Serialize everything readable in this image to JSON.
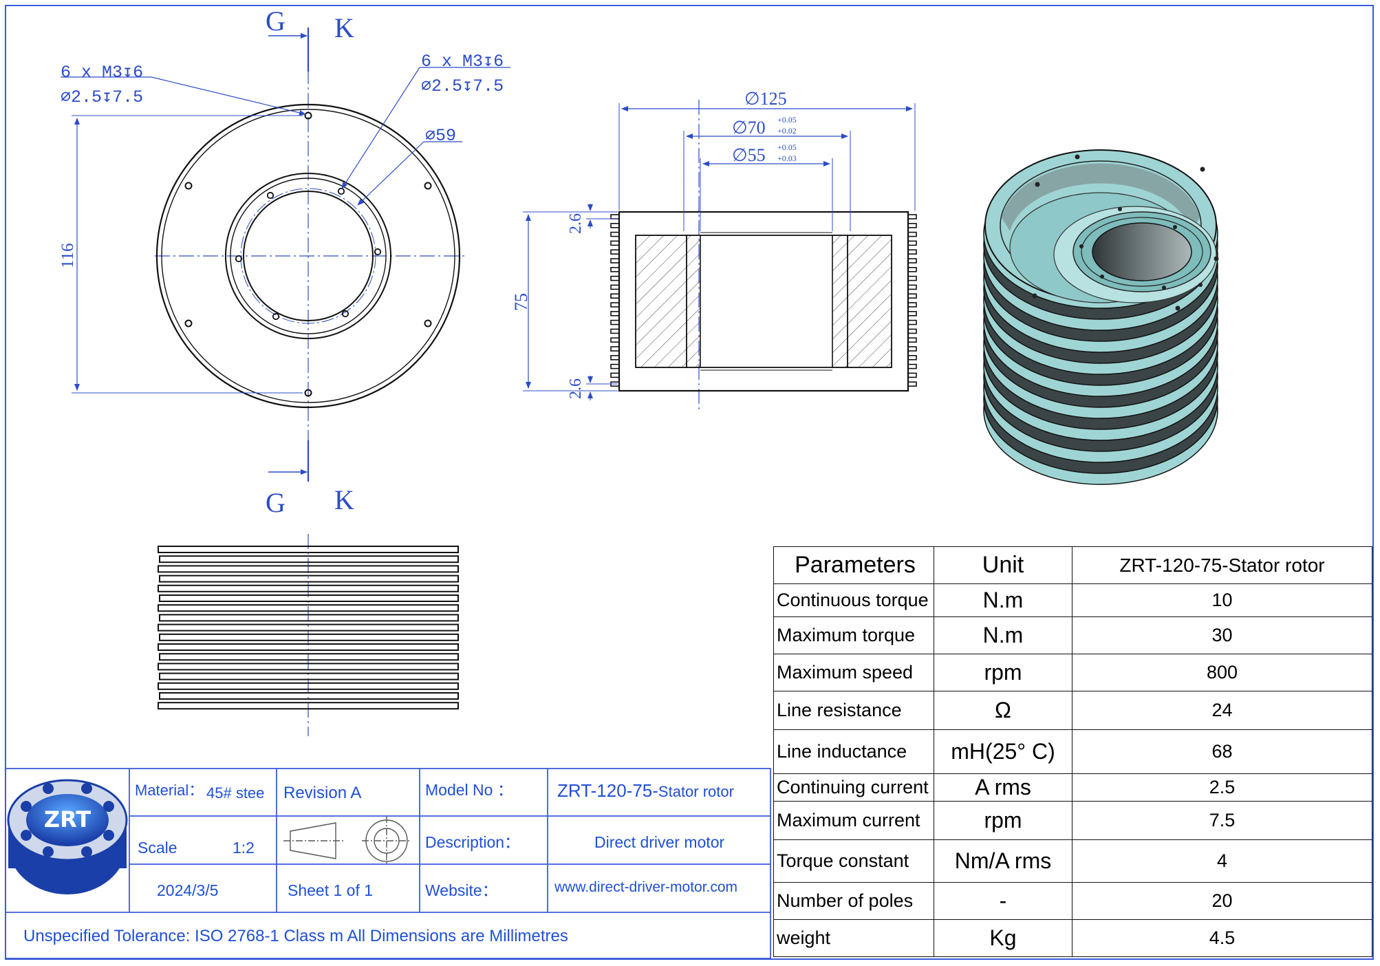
{
  "section_view": {
    "label_g_top": "G",
    "label_k_top": "K",
    "label_g_bottom": "G",
    "label_k_bottom": "K"
  },
  "front_view": {
    "callout_outer_line1": "6 x M3↧6",
    "callout_outer_line2": "∅2.5↧7.5",
    "callout_inner_line1": "6 x M3↧6",
    "callout_inner_line2": "∅2.5↧7.5",
    "bolt_circle": "∅59",
    "height_dim": "116"
  },
  "side_view": {
    "outer_dia": "∅125",
    "bore_dia_1": "∅70",
    "bore_dia_1_tol_upper": "+0.05",
    "bore_dia_1_tol_lower": "+0.02",
    "bore_dia_2": "∅55",
    "bore_dia_2_tol_upper": "+0.05",
    "bore_dia_2_tol_lower": "+0.03",
    "length": "75",
    "flange_top": "2.6",
    "flange_bottom": "2.6"
  },
  "parameters": {
    "header": [
      "Parameters",
      "Unit",
      "ZRT-120-75-Stator rotor"
    ],
    "rows": [
      [
        "Continuous torque",
        "N.m",
        "10"
      ],
      [
        "Maximum torque",
        "N.m",
        "30"
      ],
      [
        "Maximum speed",
        "rpm",
        "800"
      ],
      [
        "Line resistance",
        "Ω",
        "24"
      ],
      [
        "Line inductance",
        "mH(25° C)",
        "68"
      ],
      [
        "Continuing current",
        "A rms",
        "2.5"
      ],
      [
        "Maximum current",
        "rpm",
        "7.5"
      ],
      [
        "Torque constant",
        "Nm/A rms",
        "4"
      ],
      [
        "Number of poles",
        "-",
        "20"
      ],
      [
        "weight",
        "Kg",
        "4.5"
      ]
    ]
  },
  "title_block": {
    "logo_text": "ZRT",
    "material_label": "Material：",
    "material_value": "45# stee",
    "revision": "Revision A",
    "model_label": "Model No ：",
    "model_value_main": "ZRT-120-75-",
    "model_value_suffix": "Stator rotor",
    "scale_label": "Scale",
    "scale_value": "1:2",
    "description_label": "Description：",
    "description_value": "Direct driver motor",
    "date": "2024/3/5",
    "sheet": "Sheet 1 of 1",
    "website_label": "Website：",
    "website_value": "www.direct-driver-motor.com",
    "footer": "Unspecified Tolerance: ISO 2768-1 Class m   All Dimensions are Millimetres"
  },
  "colors": {
    "annotation_blue": "#2b4cc8",
    "titleblock_blue": "#1f4fd6",
    "frame_blue": "#3b5bdb",
    "render_teal": "#9fd4d4",
    "render_dark": "#3b4446"
  }
}
